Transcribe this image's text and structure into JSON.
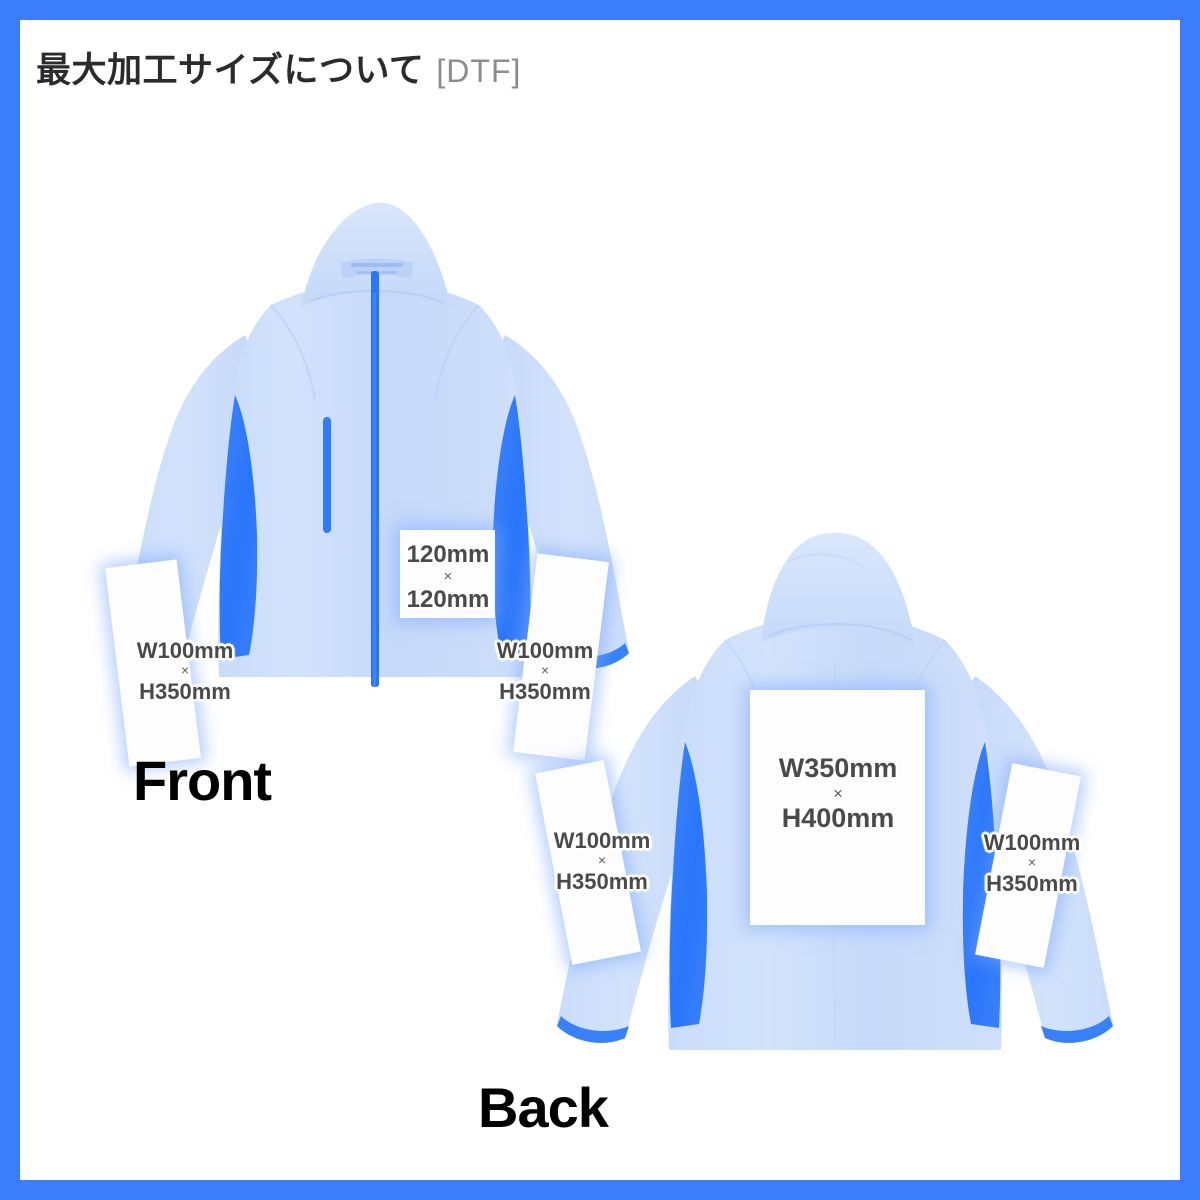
{
  "frame": {
    "border_color": "#3b7dfb",
    "background": "#ffffff"
  },
  "header": {
    "title": "最大加工サイズについて",
    "method": "[DTF]"
  },
  "garment": {
    "type": "stand-collar-zip-jacket",
    "body_color": "#c7daf9",
    "accent_color": "#2f7bfb",
    "trim_color": "#1f6bf0"
  },
  "views": [
    {
      "id": "front",
      "label": "Front",
      "print_areas": [
        {
          "id": "front-chest",
          "name": "chest",
          "width": "120mm",
          "separator": "×",
          "height": "120mm"
        },
        {
          "id": "front-left-sleeve",
          "name": "left-sleeve",
          "width": "W100mm",
          "separator": "×",
          "height": "H350mm"
        },
        {
          "id": "front-right-sleeve",
          "name": "right-sleeve",
          "width": "W100mm",
          "separator": "×",
          "height": "H350mm"
        }
      ]
    },
    {
      "id": "back",
      "label": "Back",
      "print_areas": [
        {
          "id": "back-center",
          "name": "back-center",
          "width": "W350mm",
          "separator": "×",
          "height": "H400mm"
        },
        {
          "id": "back-left-sleeve",
          "name": "left-sleeve",
          "width": "W100mm",
          "separator": "×",
          "height": "H350mm"
        },
        {
          "id": "back-right-sleeve",
          "name": "right-sleeve",
          "width": "W100mm",
          "separator": "×",
          "height": "H350mm"
        }
      ]
    }
  ]
}
